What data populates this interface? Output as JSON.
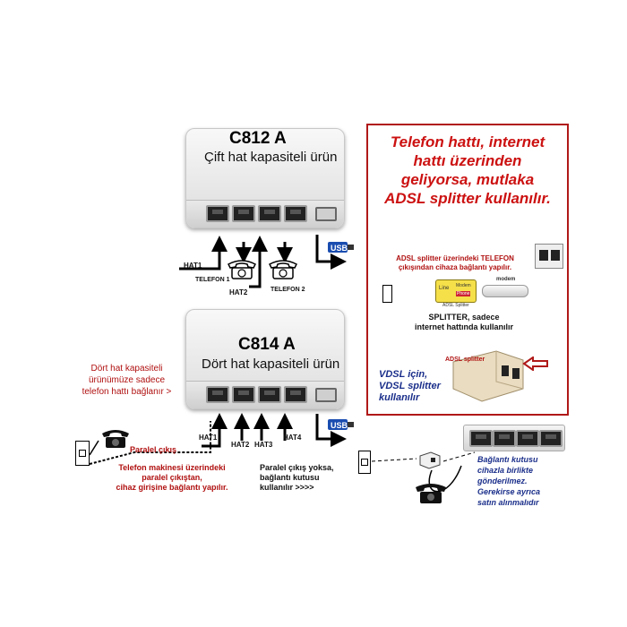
{
  "device_top": {
    "model": "C812 A",
    "capacity": "Çift hat kapasiteli ürün"
  },
  "device_bottom": {
    "model": "C814 A",
    "capacity": "Dört hat kapasiteli ürün"
  },
  "top_labels": {
    "hat1": "HAT1",
    "hat2": "HAT2",
    "telefon1": "TELEFON 1",
    "telefon2": "TELEFON 2",
    "usb": "USB"
  },
  "bottom_labels": {
    "hat1": "HAT1",
    "hat2": "HAT2",
    "hat3": "HAT3",
    "hat4": "HAT4",
    "usb": "USB"
  },
  "left_note": {
    "line1": "Dört hat kapasiteli",
    "line2": "ürünümüze sadece",
    "line3": "telefon hattı bağlanır >"
  },
  "paralel": {
    "label": "Paralel çıkış",
    "note1": "Telefon makinesi üzerindeki",
    "note2": "paralel çıkıştan,",
    "note3": "cihaz girişine bağlantı yapılır."
  },
  "middle_note": {
    "line1": "Paralel çıkış yoksa,",
    "line2": "bağlantı kutusu",
    "line3": "kullanılır  >>>>"
  },
  "adsl_box": {
    "line1": "Telefon hattı, internet",
    "line2": "hattı üzerinden",
    "line3": "geliyorsa, mutlaka",
    "line4": "ADSL splitter kullanılır.",
    "note1": "ADSL splitter üzerindeki TELEFON",
    "note2": "çıkışından cihaza bağlantı yapılır.",
    "modem": "modem",
    "splitter_small": "ADSL Splitter",
    "caption1": "SPLITTER, sadece",
    "caption2": "internet hattında kullanılır",
    "adsl_splitter": "ADSL splitter",
    "vdsl1": "VDSL için,",
    "vdsl2": "VDSL splitter",
    "vdsl3": "kullanılır"
  },
  "right_note": {
    "line1": "Bağlantı kutusu",
    "line2": "cihazla birlikte",
    "line3": "gönderilmez.",
    "line4": "Gerekirse ayrıca",
    "line5": "satın alınmalıdır"
  },
  "colors": {
    "red": "#cc1111",
    "blue": "#1a2e8a",
    "usb_blue": "#1a4db0"
  },
  "icons": [
    "telephone-icon",
    "usb-icon",
    "wall-socket-icon",
    "junction-box-icon",
    "adsl-splitter-icon",
    "modem-icon"
  ]
}
